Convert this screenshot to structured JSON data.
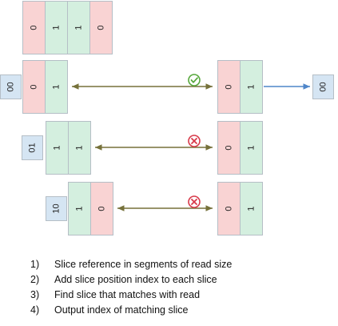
{
  "reference": {
    "bits": [
      "0",
      "1",
      "1",
      "0"
    ]
  },
  "rows": [
    {
      "index_label": "00",
      "slice_bits": [
        "0",
        "1"
      ],
      "read_bits": [
        "0",
        "1"
      ],
      "match": true,
      "output_label": "00"
    },
    {
      "index_label": "01",
      "slice_bits": [
        "1",
        "1"
      ],
      "read_bits": [
        "0",
        "1"
      ],
      "match": false
    },
    {
      "index_label": "10",
      "slice_bits": [
        "1",
        "0"
      ],
      "read_bits": [
        "0",
        "1"
      ],
      "match": false
    }
  ],
  "colors": {
    "zero_fill": "#f9d3d3",
    "one_fill": "#d4efdf",
    "index_fill": "#d5e5f3",
    "cell_border": "#b5bec6",
    "compare_arrow": "#76713a",
    "output_arrow": "#4f86c9",
    "match_icon": "#57a83c",
    "mismatch_icon": "#d83a4a"
  },
  "icons": {
    "match": "check-circle-icon",
    "mismatch": "x-circle-icon"
  },
  "steps": [
    {
      "num": "1)",
      "text": "Slice reference in segments of read size"
    },
    {
      "num": "2)",
      "text": "Add slice position index to each slice"
    },
    {
      "num": "3)",
      "text": "Find slice that matches with read"
    },
    {
      "num": "4)",
      "text": "Output index of matching slice"
    }
  ]
}
